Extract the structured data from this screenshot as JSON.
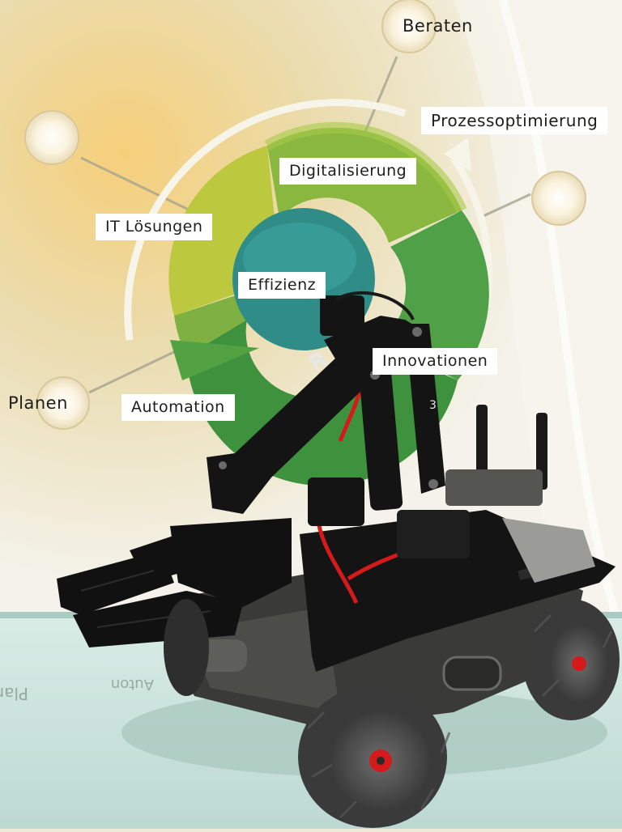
{
  "poster": {
    "labels": {
      "beraten": "Beraten",
      "prozess": "Prozessoptimierung",
      "digital": "Digitalisierung",
      "it": "IT Lösungen",
      "effizienz": "Effizienz",
      "innovationen": "Innovationen",
      "planen": "Planen",
      "automation": "Automation"
    },
    "reflection": {
      "planen": "Planen",
      "automation": "Auton"
    }
  },
  "robot": {
    "arm_mark": "R",
    "arm_number": "3"
  },
  "colors": {
    "poster_warm": "#f2c46a",
    "poster_light": "#f3f0e6",
    "ring_yellow": "#b9c83a",
    "ring_green": "#5aa64a",
    "ring_dark_green": "#3e8f3d",
    "center_teal": "#2f8c86",
    "table_glass": "#cfe6df",
    "robot_black": "#151515",
    "wire_red": "#d41a1a"
  }
}
